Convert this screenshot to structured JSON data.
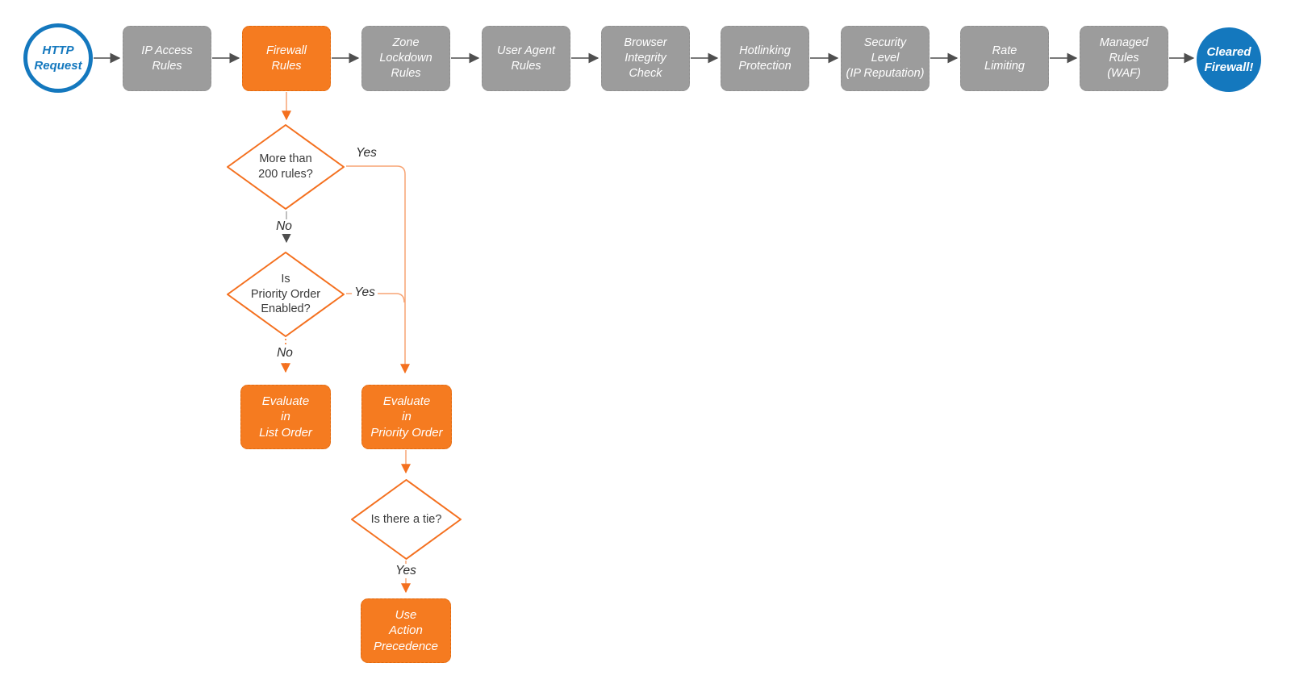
{
  "diagram": {
    "type": "flowchart",
    "colors": {
      "orange": "#F4701F",
      "orange_fill": "#F57B20",
      "gray_fill": "#9C9C9C",
      "blue": "#1478BE",
      "connector_dark": "#4F4F4F",
      "connector_light_orange": "#F7A474"
    },
    "nodes": {
      "start": {
        "label": "HTTP\nRequest"
      },
      "ip_access": {
        "label": "IP Access\nRules"
      },
      "firewall": {
        "label": "Firewall\nRules"
      },
      "zone_lockdown": {
        "label": "Zone\nLockdown\nRules"
      },
      "user_agent": {
        "label": "User Agent\nRules"
      },
      "browser_integrity": {
        "label": "Browser\nIntegrity\nCheck"
      },
      "hotlinking": {
        "label": "Hotlinking\nProtection"
      },
      "security_level": {
        "label": "Security\nLevel\n(IP Reputation)"
      },
      "rate_limiting": {
        "label": "Rate\nLimiting"
      },
      "managed_rules": {
        "label": "Managed\nRules\n(WAF)"
      },
      "end": {
        "label": "Cleared\nFirewall!"
      },
      "decision_rule_count": {
        "label": "More than\n200 rules?"
      },
      "decision_priority_order": {
        "label": "Is\nPriority Order\nEnabled?"
      },
      "decision_tie": {
        "label": "Is there a tie?"
      },
      "evaluate_list_order": {
        "label": "Evaluate\nin\nList Order"
      },
      "evaluate_priority_order": {
        "label": "Evaluate\nin\nPriority Order"
      },
      "use_action_precedence": {
        "label": "Use\nAction\nPrecedence"
      }
    },
    "edge_labels": {
      "rule_count_yes": "Yes",
      "rule_count_no": "No",
      "priority_yes": "Yes",
      "priority_no": "No",
      "tie_yes": "Yes"
    }
  }
}
